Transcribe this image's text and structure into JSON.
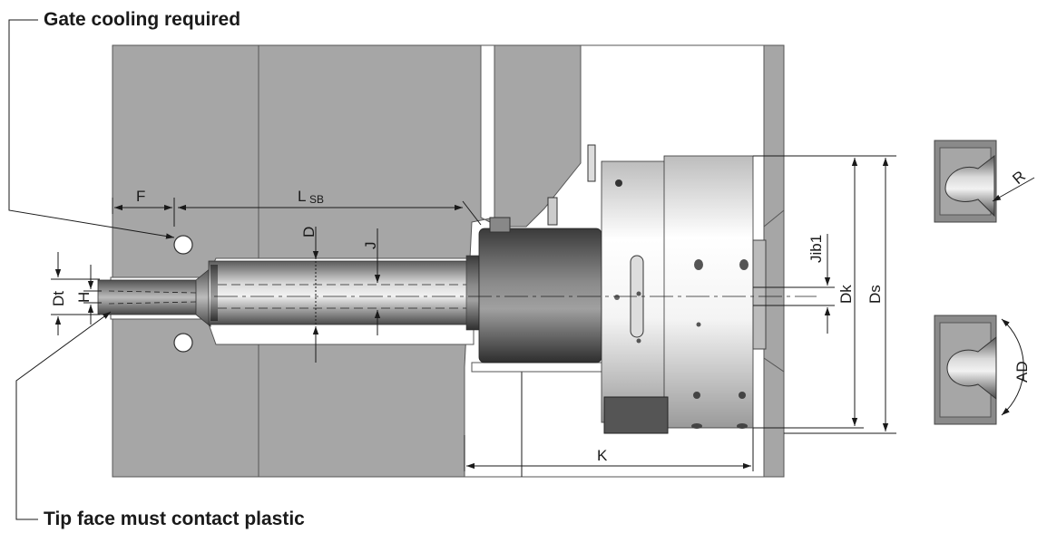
{
  "callouts": {
    "gate_cooling": "Gate cooling required",
    "tip_face": "Tip face must contact plastic"
  },
  "dimensions": {
    "F": "F",
    "L_main": "L",
    "L_sub": "SB",
    "D": "D",
    "J": "J",
    "Dt": "Dt",
    "H": "H",
    "Jib1": "Jib1",
    "Dk": "Dk",
    "Ds": "Ds",
    "K": "K",
    "R": "R",
    "AD": "AD"
  },
  "colors": {
    "mold_plate": "#a6a6a6",
    "plate_edge": "#555555",
    "metal_dark": "#6e6e6e",
    "metal_light": "#e8e8e8",
    "ink": "#1a1a1a"
  }
}
